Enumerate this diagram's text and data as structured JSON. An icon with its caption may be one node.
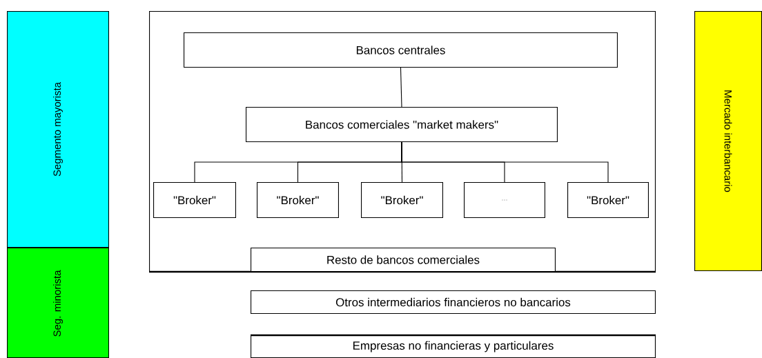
{
  "diagram": {
    "nodes": [
      {
        "text": [
          "Segmento mayorista"
        ]
      },
      {
        "text": [
          "Seg. minorista"
        ]
      },
      {
        "text": [
          "Mercado interbancario"
        ]
      },
      {
        "text": [],
        "shape": "box"
      },
      {
        "text": [
          "Bancos centrales"
        ],
        "in": 3
      },
      {
        "text": [
          "Bancos comerciales \"market makers\""
        ],
        "in": 3
      },
      {
        "text": [
          "\"Broker\""
        ],
        "in": 3
      },
      {
        "text": [
          "\"Broker\""
        ],
        "in": 3
      },
      {
        "text": [
          "\"Broker\""
        ],
        "in": 3
      },
      {
        "text": [
          "..."
        ],
        "in": 3
      },
      {
        "text": [
          "\"Broker\""
        ],
        "in": 3
      },
      {
        "text": [
          "Resto de bancos comerciales"
        ],
        "in": 3
      },
      {
        "text": [
          "Otros intermediarios financieros no bancarios"
        ]
      },
      {
        "text": [
          "Empresas no financieras y particulares"
        ]
      }
    ],
    "edges": [
      {
        "from": 4,
        "to": 5,
        "arrow": "none"
      },
      {
        "from": 5,
        "to": 6,
        "arrow": "none"
      },
      {
        "from": 5,
        "to": 7,
        "arrow": "none"
      },
      {
        "from": 5,
        "to": 8,
        "arrow": "none"
      },
      {
        "from": 5,
        "to": 9,
        "arrow": "none"
      },
      {
        "from": 5,
        "to": 10,
        "arrow": "none"
      }
    ]
  }
}
